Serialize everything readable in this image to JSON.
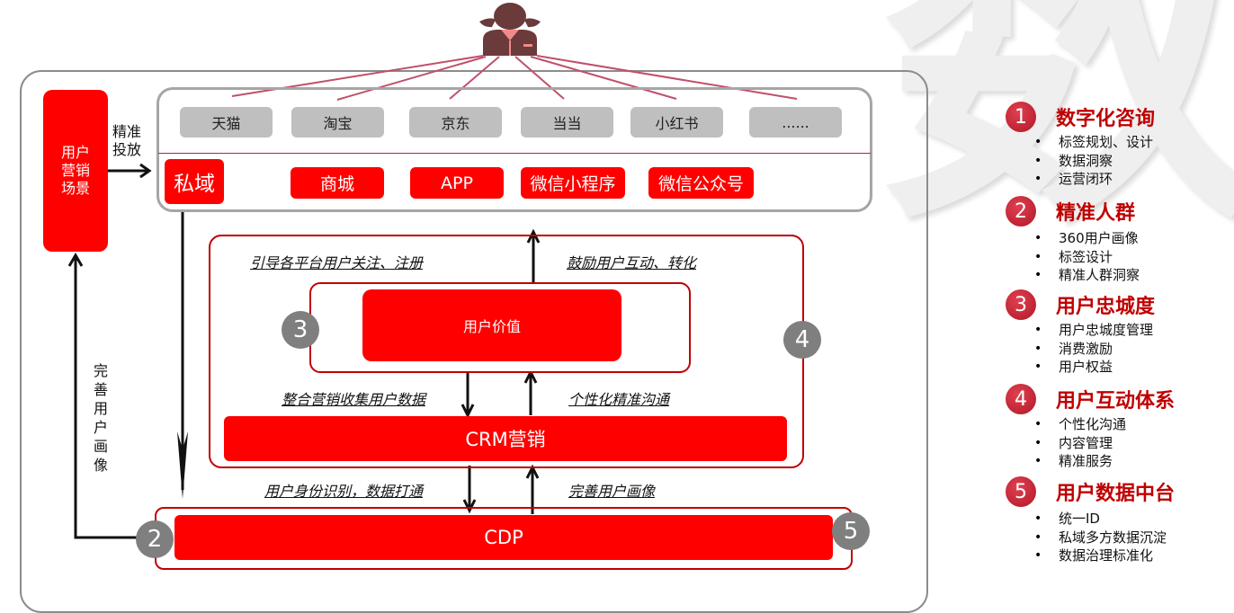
{
  "background_glyph": "数",
  "user_icon": "user-avatar-icon",
  "scene": {
    "label": "用户营销场景",
    "precise_label": "精准投放",
    "feedback_label": "完善用户画像"
  },
  "public_channels": [
    "天猫",
    "淘宝",
    "京东",
    "当当",
    "小红书",
    "......"
  ],
  "private_domain": {
    "label": "私域",
    "channels": [
      "商城",
      "APP",
      "微信小程序",
      "微信公众号"
    ]
  },
  "user_value": {
    "label": "用户价值",
    "badge": "3",
    "outer_badge": "4",
    "left_top_label": "引导各平台用户关注、注册",
    "right_top_label": "鼓励用户互动、转化",
    "left_bottom_label": "整合营销收集用户数据",
    "right_bottom_label": "个性化精准沟通"
  },
  "crm": {
    "label": "CRM营销",
    "left_label": "用户身份识别，数据打通",
    "right_label": "完善用户画像"
  },
  "cdp": {
    "label": "CDP",
    "left_badge": "2",
    "right_badge": "5"
  },
  "legend": [
    {
      "num": "1",
      "title": "数字化咨询",
      "items": [
        "标签规划、设计",
        "数据洞察",
        "运营闭环"
      ]
    },
    {
      "num": "2",
      "title": "精准人群",
      "items": [
        "360用户画像",
        "标签设计",
        "精准人群洞察"
      ]
    },
    {
      "num": "3",
      "title": "用户忠城度",
      "items": [
        "用户忠城度管理",
        "消费激励",
        "用户权益"
      ]
    },
    {
      "num": "4",
      "title": "用户互动体系",
      "items": [
        "个性化沟通",
        "内容管理",
        "精准服务"
      ]
    },
    {
      "num": "5",
      "title": "用户数据中台",
      "items": [
        "统一ID",
        "私域多方数据沉淀",
        "数据治理标准化"
      ]
    }
  ],
  "colors": {
    "primary_red": "#ff0000",
    "dark_red": "#c00000",
    "grey_pill": "#bfbfbf",
    "grey_badge": "#7f7f7f",
    "connector": "#c0506a",
    "avatar": "#6b3a3a"
  }
}
